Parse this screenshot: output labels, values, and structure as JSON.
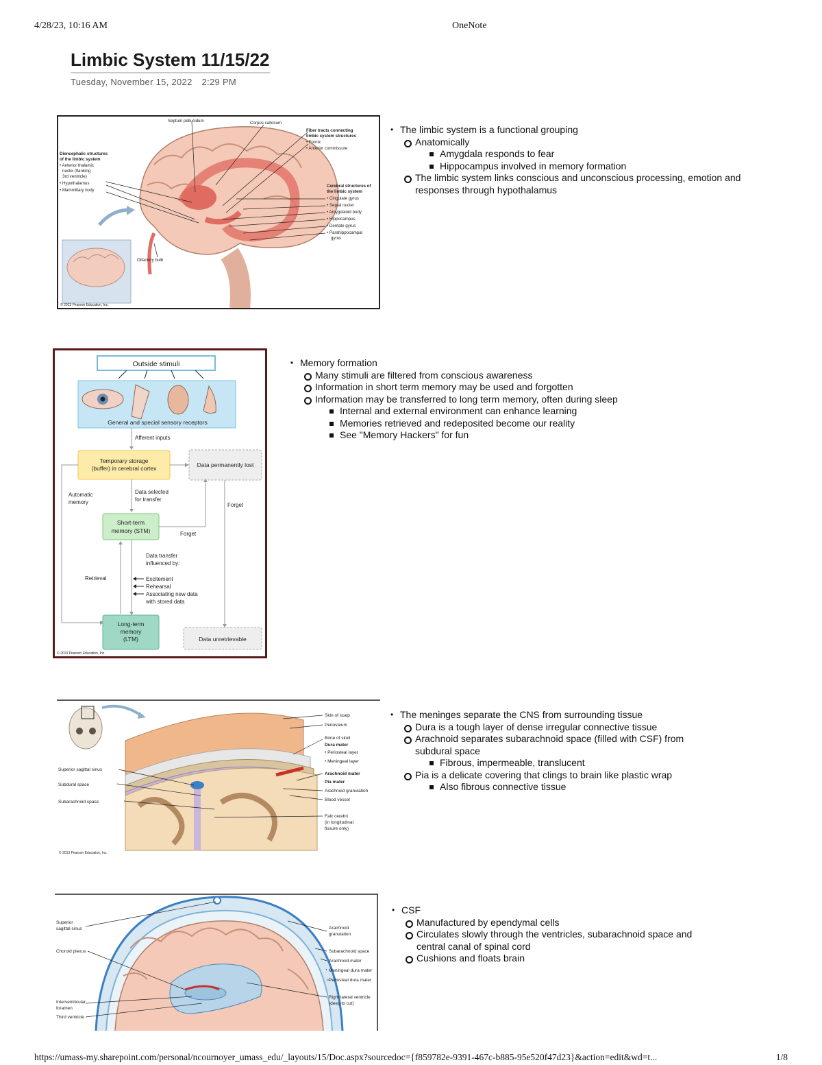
{
  "print_header": {
    "timestamp": "4/28/23, 10:16 AM",
    "app": "OneNote"
  },
  "page": {
    "title": "Limbic System 11/15/22",
    "date": "Tuesday, November 15, 2022",
    "time": "2:29 PM"
  },
  "figure1": {
    "labels": [
      "Septum pellucidum",
      "Corpus callosum",
      "Fiber tracts connecting",
      "limbic system structures",
      "• Fornix",
      "• Anterior commissure",
      "Diencephalic structures",
      "of the limbic system",
      "• Anterior thalamic",
      "nuclei (flanking",
      "3rd ventricle)",
      "• Hypothalamus",
      "• Mammillary body",
      "Cerebral structures of",
      "the limbic system",
      "• Cingulate gyrus",
      "• Septal nuclei",
      "• Amygdaloid body",
      "• Hippocampus",
      "• Dentate gyrus",
      "• Parahippocampal",
      "gyrus",
      "Olfactory bulb",
      "© 2013 Pearson Education, Inc."
    ]
  },
  "notes1": {
    "bullet": "The limbic system is a functional grouping",
    "sub1": "Anatomically",
    "sub1_items": [
      "Amygdala responds to fear",
      "Hippocampus involved in memory formation"
    ],
    "sub2": "The limbic system links conscious and unconscious processing, emotion and responses through hypothalamus"
  },
  "figure2": {
    "outside": "Outside stimuli",
    "receptors": "General and special sensory receptors",
    "afferent": "Afferent inputs",
    "temp_line1": "Temporary storage",
    "temp_line2": "(buffer) in cerebral cortex",
    "lost": "Data permanently lost",
    "selected_line1": "Data selected",
    "selected_line2": "for transfer",
    "auto_line1": "Automatic",
    "auto_line2": "memory",
    "forget1": "Forget",
    "forget2": "Forget",
    "stm_line1": "Short-term",
    "stm_line2": "memory (STM)",
    "transfer_line1": "Data transfer",
    "transfer_line2": "influenced by:",
    "factors": [
      "Excitement",
      "Rehearsal",
      "Associating new data",
      "with stored data"
    ],
    "retrieval": "Retrieval",
    "ltm_line1": "Long-term",
    "ltm_line2": "memory",
    "ltm_line3": "(LTM)",
    "unretrievable": "Data unretrievable",
    "copyright": "© 2013 Pearson Education, Inc."
  },
  "notes2": {
    "bullet": "Memory formation",
    "items": [
      "Many stimuli are filtered from conscious awareness",
      "Information in short term memory may be used and forgotten",
      "Information may be transferred to long term memory, often during sleep"
    ],
    "sub_items": [
      "Internal and external environment can enhance learning",
      "Memories retrieved and redeposited become our reality",
      "See \"Memory Hackers\" for fun"
    ]
  },
  "figure3": {
    "right_labels": [
      "Skin of scalp",
      "Periosteum",
      "Bone of skull",
      "Dura mater",
      "• Periosteal layer",
      "• Meningeal layer",
      "Arachnoid mater",
      "Pia mater",
      "Arachnoid granulation",
      "Blood vessel",
      "Falx cerebri",
      "(in longitudinal",
      "fissure only)"
    ],
    "left_labels": [
      "Superior sagittal sinus",
      "Subdural space",
      "Subarachnoid space"
    ],
    "copyright": "© 2013 Pearson Education, Inc."
  },
  "notes3": {
    "bullet": "The meninges separate the CNS from surrounding tissue",
    "item1": "Dura is a tough layer of dense irregular connective tissue",
    "item2": "Arachnoid separates subarachnoid space (filled with CSF) from subdural space",
    "item2_sub": "Fibrous, impermeable, translucent",
    "item3": "Pia is a delicate covering that clings to brain like plastic wrap",
    "item3_sub": "Also fibrous connective tissue"
  },
  "figure4": {
    "left_labels": [
      "Superior",
      "sagittal sinus",
      "Choroid plexus",
      "Interventricular",
      "foramen",
      "Third ventricle"
    ],
    "right_labels": [
      "Arachnoid",
      "granulation",
      "Subarachnoid space",
      "Arachnoid mater",
      "Meningeal dura mater",
      "Periosteal dura mater",
      "Right lateral ventricle",
      "(deep to cut)"
    ]
  },
  "notes4": {
    "bullet": "CSF",
    "items": [
      "Manufactured by ependymal cells",
      "Circulates slowly through the ventricles, subarachnoid space and central canal of spinal cord",
      "Cushions and floats brain"
    ]
  },
  "footer": {
    "url": "https://umass-my.sharepoint.com/personal/ncournoyer_umass_edu/_layouts/15/Doc.aspx?sourcedoc={f859782e-9391-467c-b885-95e520f47d23}&action=edit&wd=t...",
    "page": "1/8"
  }
}
